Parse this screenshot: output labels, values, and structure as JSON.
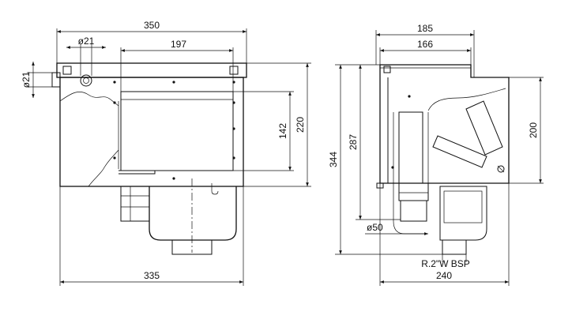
{
  "front_view": {
    "dims": {
      "overall_width": "350",
      "top_pipe_diameter": "ø21",
      "mouth_width": "197",
      "side_pipe_diameter": "ø21",
      "mouth_height": "142",
      "body_height": "220",
      "base_width": "335"
    }
  },
  "side_view": {
    "dims": {
      "overall_width": "185",
      "inner_width": "166",
      "total_height": "344",
      "body_height": "287",
      "height_200": "200",
      "pipe_diameter": "ø50",
      "thread": "R.2\"W BSP",
      "base_width": "240"
    }
  }
}
